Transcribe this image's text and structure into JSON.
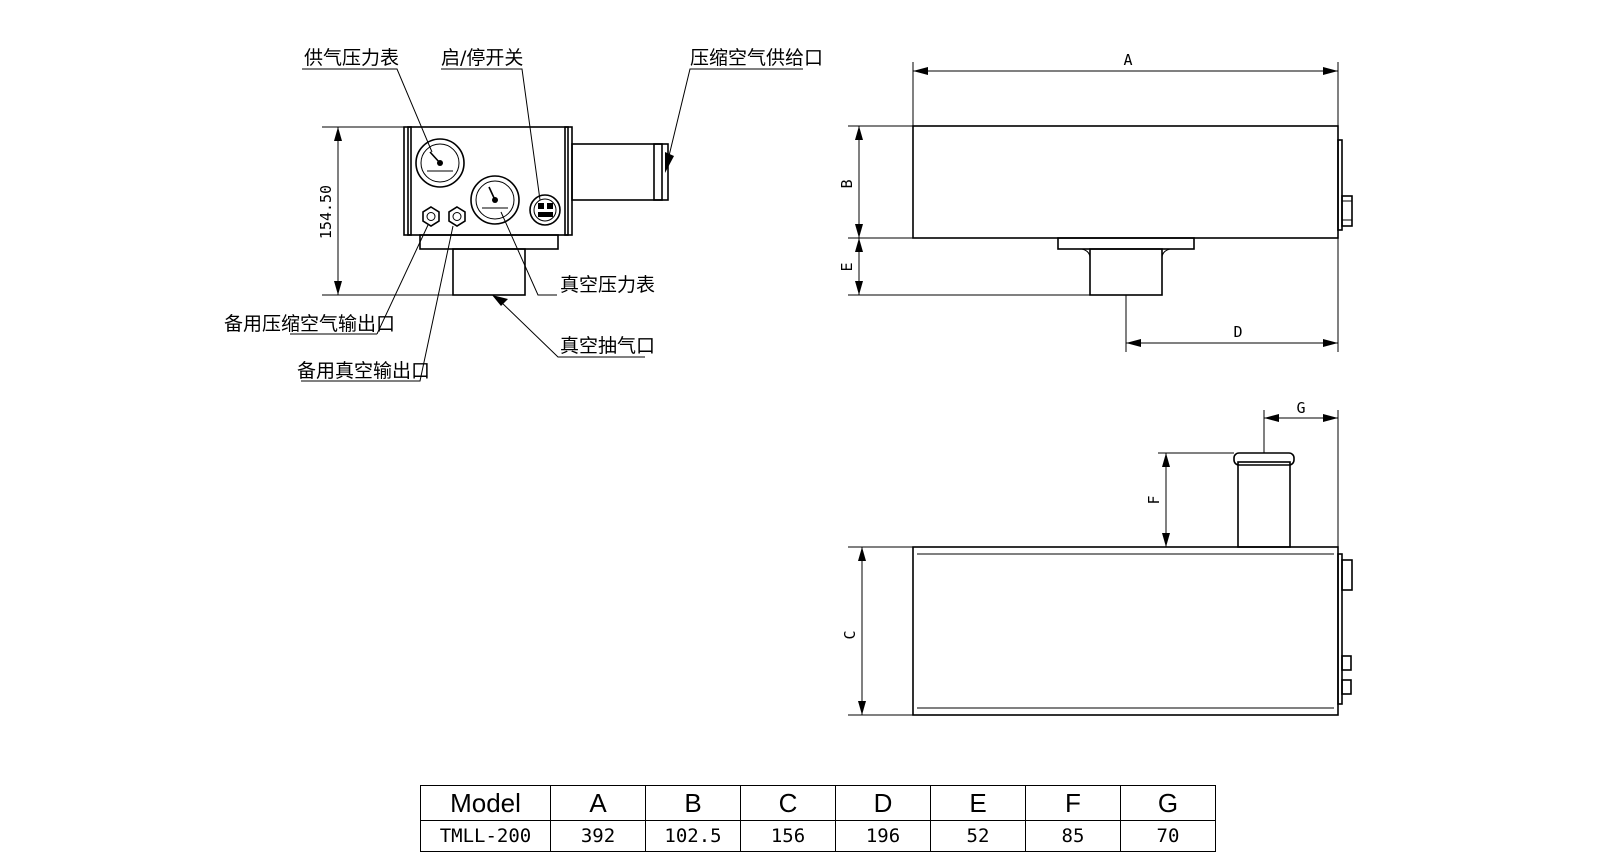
{
  "labels": {
    "supply_gauge": "供气压力表",
    "switch": "启/停开关",
    "air_inlet": "压缩空气供给口",
    "vacuum_gauge": "真空压力表",
    "backup_air_outlet": "备用压缩空气输出口",
    "backup_vacuum_outlet": "备用真空输出口",
    "vacuum_suction": "真空抽气口",
    "height_dim": "154.50"
  },
  "dims": {
    "a": "A",
    "b": "B",
    "c": "C",
    "d": "D",
    "e": "E",
    "f": "F",
    "g": "G"
  },
  "table": {
    "headers": [
      "Model",
      "A",
      "B",
      "C",
      "D",
      "E",
      "F",
      "G"
    ],
    "row": [
      "TMLL-200",
      "392",
      "102.5",
      "156",
      "196",
      "52",
      "85",
      "70"
    ]
  }
}
